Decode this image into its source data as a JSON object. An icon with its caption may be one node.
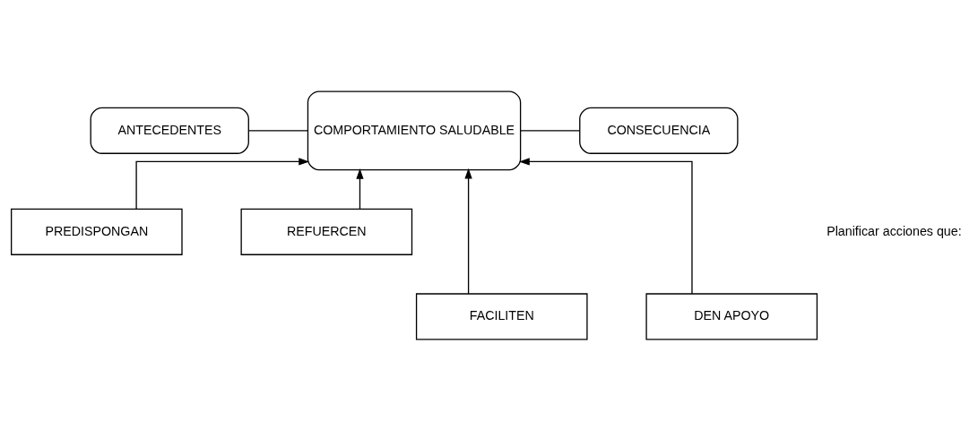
{
  "diagram": {
    "nodes": [
      {
        "text": [
          "ANTECEDENTES"
        ]
      },
      {
        "text": [
          "COMPORTAMIENTO SALUDABLE"
        ]
      },
      {
        "text": [
          "CONSECUENCIA"
        ]
      },
      {
        "text": [
          "PREDISPONGAN"
        ]
      },
      {
        "text": [
          "REFUERCEN"
        ]
      },
      {
        "text": [
          "FACILITEN"
        ]
      },
      {
        "text": [
          "DEN APOYO"
        ]
      }
    ],
    "edges": [
      {
        "from": 0,
        "to": 1,
        "arrow": "none"
      },
      {
        "from": 1,
        "to": 2,
        "arrow": "none"
      },
      {
        "from": 3,
        "to": 1,
        "arrow": "to"
      },
      {
        "from": 5,
        "to": 1,
        "arrow": "to"
      },
      {
        "from": 4,
        "to": 1,
        "arrow": "to"
      },
      {
        "from": 6,
        "to": 1,
        "arrow": "to"
      }
    ],
    "labels": [
      "Planificar acciones que:"
    ]
  }
}
